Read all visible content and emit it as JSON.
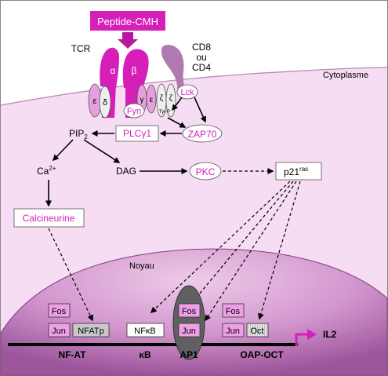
{
  "colors": {
    "magenta": "#d61fb8",
    "cytoplasm": "#f6dcf3",
    "nucleus_light": "#e6b4e0",
    "nucleus_dark": "#a25aa0",
    "cd8": "#b07ab0",
    "ap1": "#606060"
  },
  "labels": {
    "peptide": "Peptide-CMH",
    "tcr": "TCR",
    "cd8_line1": "CD8",
    "cd8_line2": "ou",
    "cd8_line3": "CD4",
    "cytoplasme": "Cytoplasme",
    "noyau": "Noyau",
    "alpha": "α",
    "beta": "β",
    "epsilon": "ε",
    "delta": "δ",
    "gamma": "γ",
    "zeta": "ζ",
    "lck": "Lck",
    "fyn": "Fyn",
    "tyrp": "Tyr-P",
    "zap70": "ZAP70",
    "plc_base": "PLC",
    "plc_gamma": "γ1",
    "pip_base": "PIP",
    "pip_sub": "2",
    "ca_base": "Ca",
    "ca_sup": "2+",
    "dag": "DAG",
    "pkc": "PKC",
    "p21_base": "p21",
    "p21_sup": "ras",
    "calcineurine": "Calcineurine",
    "fos": "Fos",
    "jun": "Jun",
    "nfatp": "NFATp",
    "nfkb": "NFκB",
    "oct": "Oct",
    "il2": "IL2",
    "site_nfat": "NF-AT",
    "site_kb": "κB",
    "site_ap1": "AP1",
    "site_oap": "OAP-OCT"
  }
}
